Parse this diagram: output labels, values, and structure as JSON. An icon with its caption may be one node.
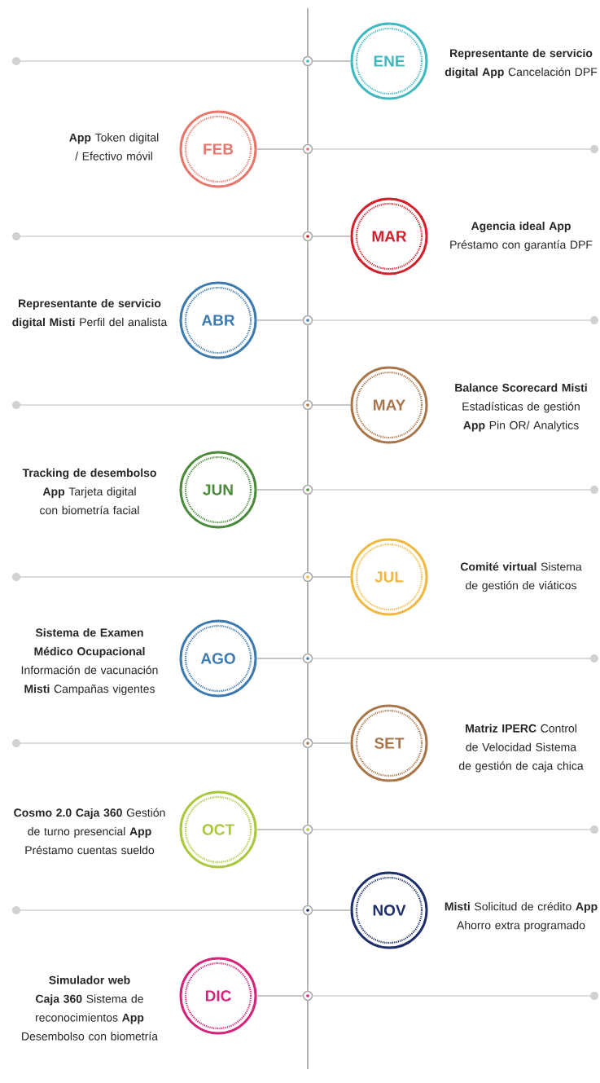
{
  "diagram": {
    "nodes": [
      {
        "text": [
          "ENE"
        ],
        "beside": [
          "**Representante de servicio digital** **App** Cancelación DPF"
        ]
      },
      {
        "text": [
          "FEB"
        ],
        "beside": [
          "**App** Token digital / Efectivo móvil"
        ]
      },
      {
        "text": [
          "MAR"
        ],
        "beside": [
          "**Agencia ideal** **App** Préstamo con garantía DPF"
        ]
      },
      {
        "text": [
          "ABR"
        ],
        "beside": [
          "**Representante de servicio digital** **Misti** Perfil del analista"
        ]
      },
      {
        "text": [
          "MAY"
        ],
        "beside": [
          "**Balance Scorecard** **Misti** Estadísticas de gestión **App** Pin OR/ Analytics"
        ]
      },
      {
        "text": [
          "JUN"
        ],
        "beside": [
          "**Tracking de desembolso** **App** Tarjeta digital con biometría facial"
        ]
      },
      {
        "text": [
          "JUL"
        ],
        "beside": [
          "**Comité virtual** Sistema de gestión de viáticos"
        ]
      },
      {
        "text": [
          "AGO"
        ],
        "beside": [
          "**Sistema de Examen Médico Ocupacional** Información de vacunación **Misti** Campañas vigentes"
        ]
      },
      {
        "text": [
          "SET"
        ],
        "beside": [
          "**Matriz IPERC** Control de Velocidad Sistema de gestión de caja chica"
        ]
      },
      {
        "text": [
          "OCT"
        ],
        "beside": [
          "**Cosmo 2.0** **Caja 360** Gestión de turno presencial **App** Préstamo cuentas sueldo"
        ]
      },
      {
        "text": [
          "NOV"
        ],
        "beside": [
          "**Misti** Solicitud de crédito **App** Ahorro extra programado"
        ]
      },
      {
        "text": [
          "DIC"
        ],
        "beside": [
          "**Simulador web** **Caja 360** Sistema de reconocimientos **App** Desembolso con biometría"
        ]
      },
      {
        "text": [],
        "shape": "circle"
      },
      {
        "text": [],
        "shape": "circle"
      },
      {
        "text": [],
        "shape": "circle"
      },
      {
        "text": [],
        "shape": "circle"
      },
      {
        "text": [],
        "shape": "circle"
      },
      {
        "text": [],
        "shape": "circle"
      },
      {
        "text": [],
        "shape": "circle"
      },
      {
        "text": [],
        "shape": "circle"
      },
      {
        "text": [],
        "shape": "circle"
      },
      {
        "text": [],
        "shape": "circle"
      },
      {
        "text": [],
        "shape": "circle"
      },
      {
        "text": [],
        "shape": "circle"
      }
    ],
    "edges": [
      {
        "from": 12,
        "to": 0,
        "arrow": "none"
      },
      {
        "from": 13,
        "to": 1,
        "arrow": "none"
      },
      {
        "from": 14,
        "to": 2,
        "arrow": "none"
      },
      {
        "from": 15,
        "to": 3,
        "arrow": "none"
      },
      {
        "from": 16,
        "to": 4,
        "arrow": "none"
      },
      {
        "from": 17,
        "to": 5,
        "arrow": "none"
      },
      {
        "from": 18,
        "to": 6,
        "arrow": "none"
      },
      {
        "from": 19,
        "to": 7,
        "arrow": "none"
      },
      {
        "from": 20,
        "to": 8,
        "arrow": "none"
      },
      {
        "from": 21,
        "to": 9,
        "arrow": "none"
      },
      {
        "from": 22,
        "to": 10,
        "arrow": "none"
      },
      {
        "from": 23,
        "to": 11,
        "arrow": "none"
      },
      {
        "from": 12,
        "to": 13,
        "arrow": "none"
      },
      {
        "from": 13,
        "to": 14,
        "arrow": "none"
      },
      {
        "from": 14,
        "to": 15,
        "arrow": "none"
      },
      {
        "from": 15,
        "to": 16,
        "arrow": "none"
      },
      {
        "from": 16,
        "to": 17,
        "arrow": "none"
      },
      {
        "from": 17,
        "to": 18,
        "arrow": "none"
      },
      {
        "from": 18,
        "to": 19,
        "arrow": "none"
      },
      {
        "from": 19,
        "to": 20,
        "arrow": "none"
      },
      {
        "from": 20,
        "to": 21,
        "arrow": "none"
      },
      {
        "from": 21,
        "to": 22,
        "arrow": "none"
      },
      {
        "from": 22,
        "to": 23,
        "arrow": "none"
      }
    ]
  }
}
